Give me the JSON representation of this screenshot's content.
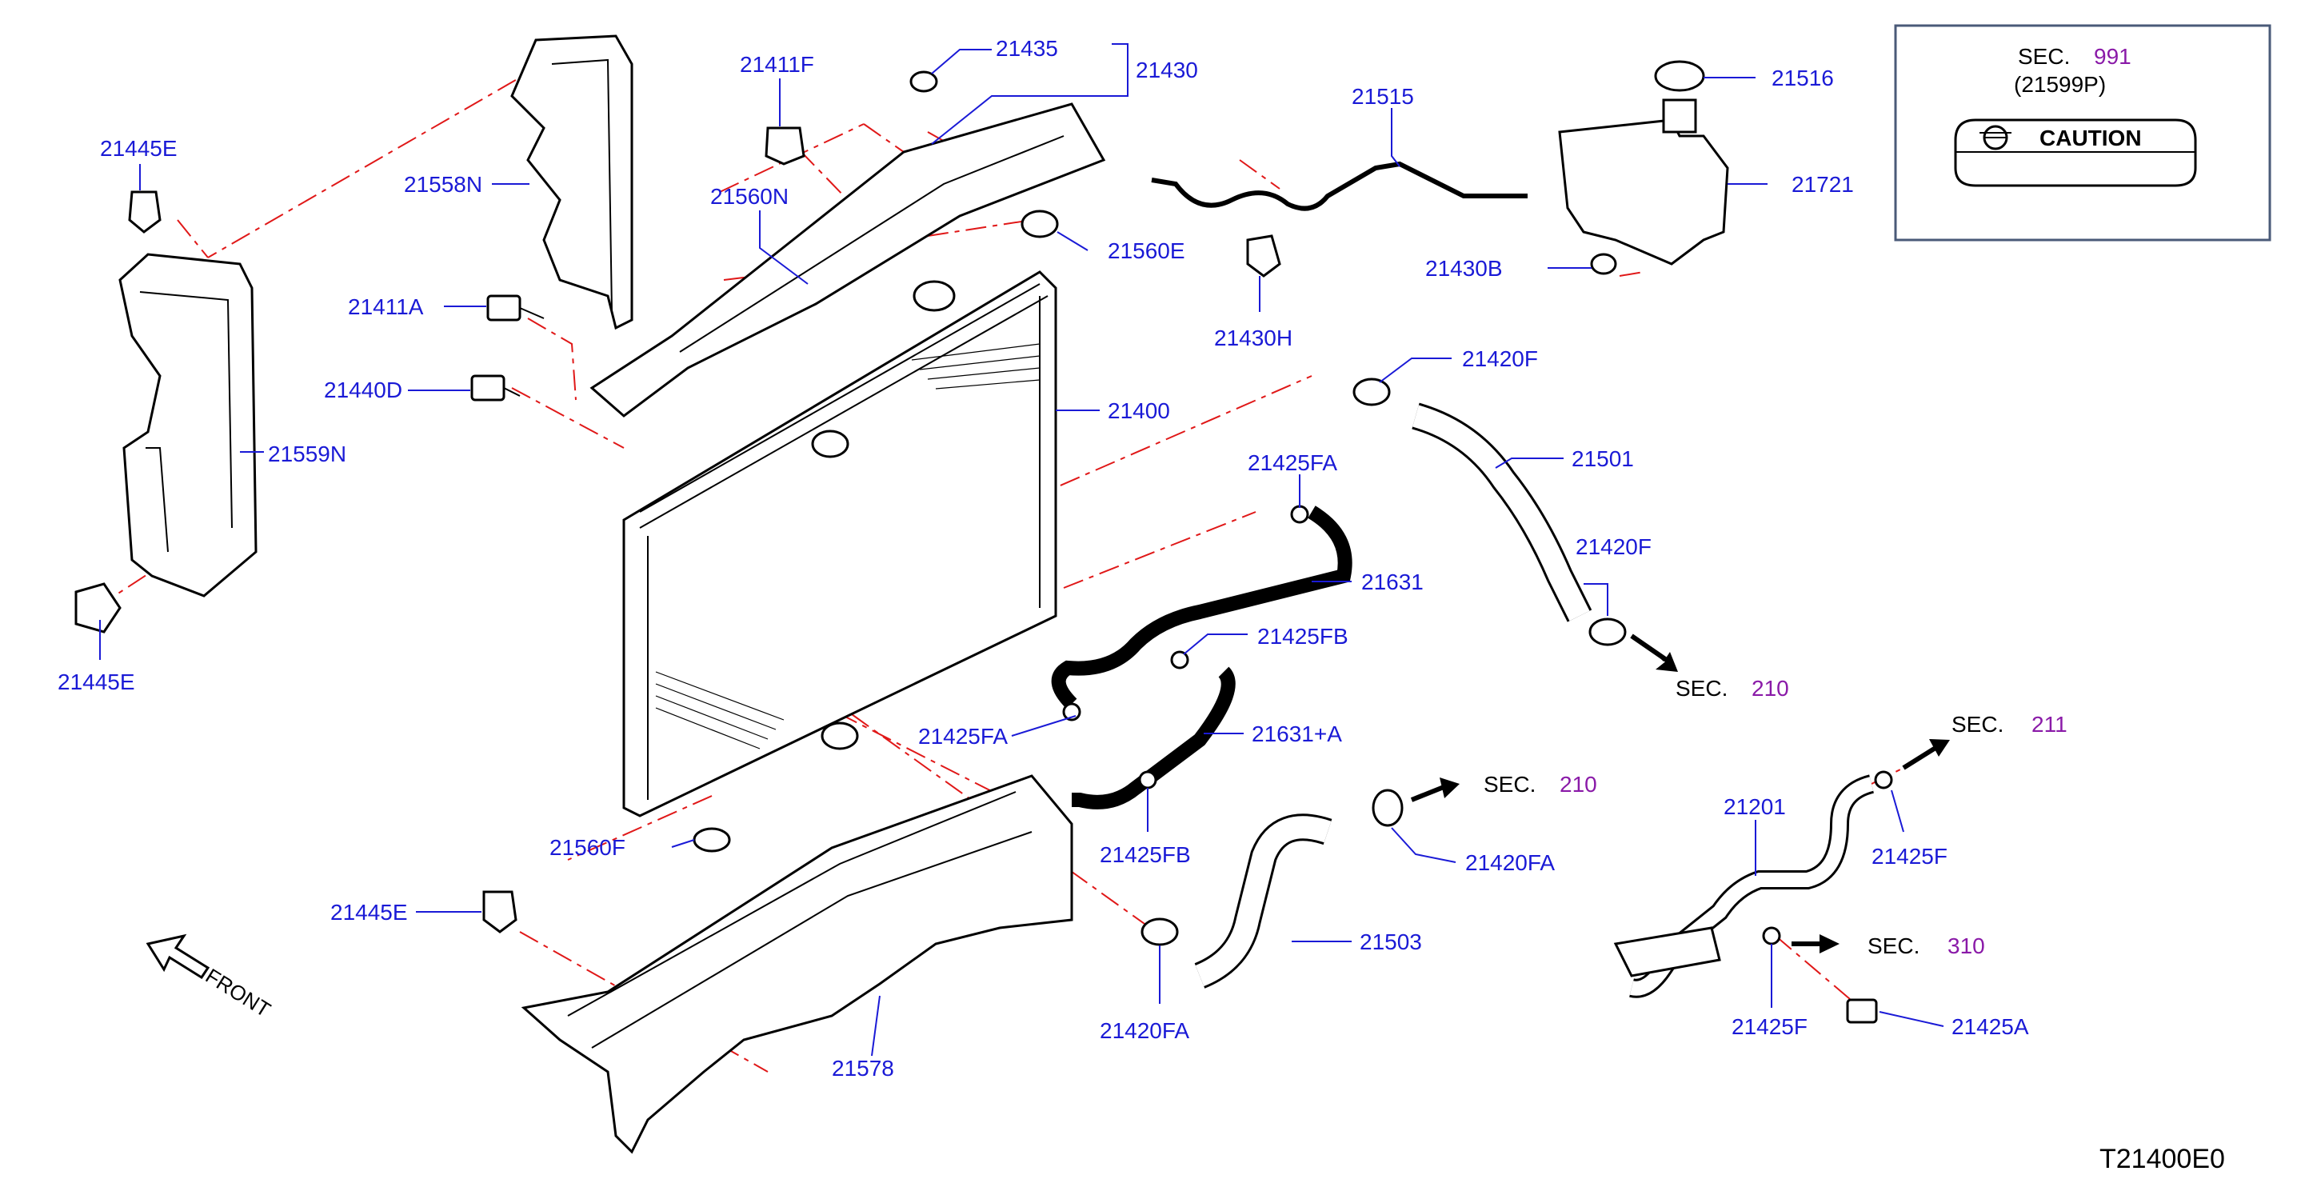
{
  "diagram": {
    "code": "T21400E0",
    "front_label": "FRONT",
    "sec_word": "SEC.",
    "caution_box": {
      "sec_number": "991",
      "sub_part": "(21599P)",
      "caution_text": "CAUTION"
    },
    "section_refs": [
      {
        "id": "sec-210-a",
        "number": "210"
      },
      {
        "id": "sec-210-b",
        "number": "210"
      },
      {
        "id": "sec-211",
        "number": "211"
      },
      {
        "id": "sec-310",
        "number": "310"
      }
    ],
    "part_labels": {
      "p21445E_top": "21445E",
      "p21558N": "21558N",
      "p21411F": "21411F",
      "p21435": "21435",
      "p21430": "21430",
      "p21560N": "21560N",
      "p21411A": "21411A",
      "p21440D": "21440D",
      "p21559N": "21559N",
      "p21445E_mid": "21445E",
      "p21515": "21515",
      "p21516": "21516",
      "p21721": "21721",
      "p21560E": "21560E",
      "p21430B": "21430B",
      "p21430H": "21430H",
      "p21420F_top": "21420F",
      "p21400": "21400",
      "p21501": "21501",
      "p21425FA_top": "21425FA",
      "p21631": "21631",
      "p21420F_bot": "21420F",
      "p21425FB_top": "21425FB",
      "p21425FA_bot": "21425FA",
      "p21631A": "21631+A",
      "p21425FB_bot": "21425FB",
      "p21560F": "21560F",
      "p21420FA_right": "21420FA",
      "p21445E_bot": "21445E",
      "p21503": "21503",
      "p21420FA_bot": "21420FA",
      "p21578": "21578",
      "p21201": "21201",
      "p21425F_top": "21425F",
      "p21425F_bot": "21425F",
      "p21425A": "21425A"
    }
  }
}
